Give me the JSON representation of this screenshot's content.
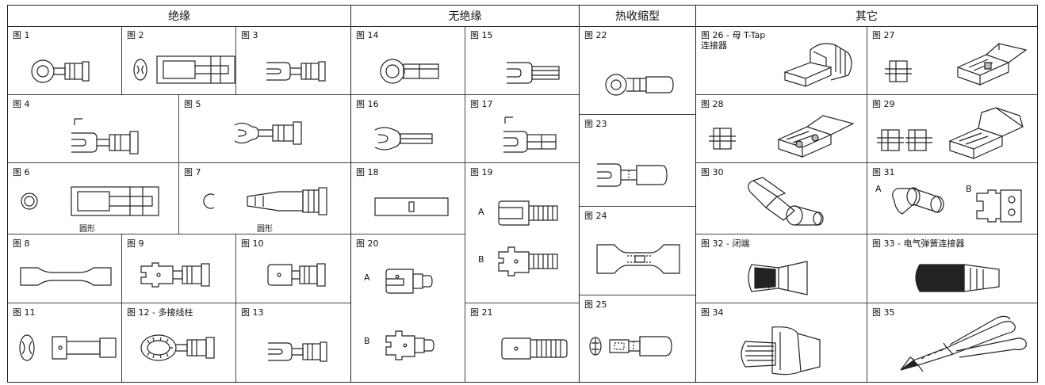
{
  "headers": {
    "insulated": "绝缘",
    "non_insulated": "无绝缘",
    "heat_shrink": "热收缩型",
    "other": "其它"
  },
  "figures": {
    "f1": "图 1",
    "f2": "图 2",
    "f3": "图 3",
    "f4": "图 4",
    "f5": "图 5",
    "f6": "图 6",
    "f7": "图 7",
    "f8": "图 8",
    "f9": "图 9",
    "f10": "图 10",
    "f11": "图 11",
    "f12": "图 12 - 多接线柱",
    "f13": "图 13",
    "f14": "图 14",
    "f15": "图 15",
    "f16": "图 16",
    "f17": "图 17",
    "f18": "图 18",
    "f19": "图 19",
    "f20": "图 20",
    "f21": "图 21",
    "f22": "图 22",
    "f23": "图 23",
    "f24": "图 24",
    "f25": "图 25",
    "f26": "图 26 - 母 T-Tap\n连接器",
    "f27": "图 27",
    "f28": "图 28",
    "f29": "图 29",
    "f30": "图 30",
    "f31": "图 31",
    "f32": "图 32 - 闭端",
    "f33": "图 33 - 电气弹簧连接器",
    "f34": "图 34",
    "f35": "图 35"
  },
  "sublabels": {
    "round6": "圆形",
    "round7": "圆形"
  },
  "variants": {
    "a": "A",
    "b": "B"
  }
}
